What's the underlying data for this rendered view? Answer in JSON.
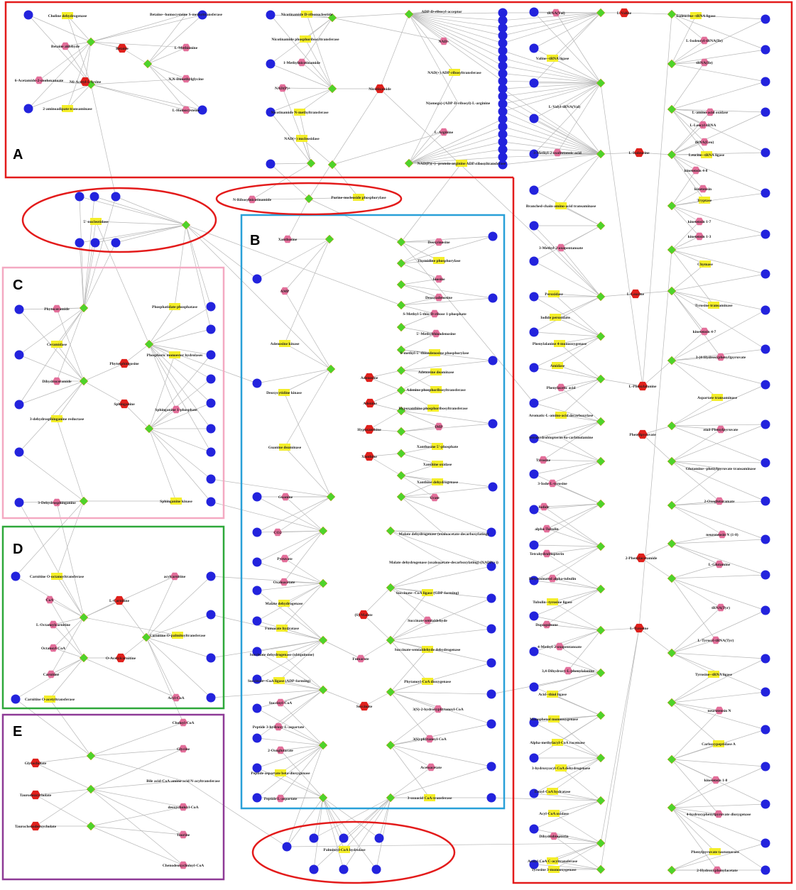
{
  "panels": {
    "A": "A",
    "B": "B",
    "C": "C",
    "D": "D",
    "E": "E"
  },
  "colors": {
    "gene": "#2323dd",
    "metabolite": "#e36f9a",
    "hub_metabolite": "#e0201c",
    "enzyme": "#f4ee2a",
    "reaction": "#4fd32a",
    "edge": "#b8b8b8",
    "box_A": "#e31b1b",
    "box_B": "#29a0d8",
    "box_C": "#f4a9c2",
    "box_D": "#2ea83a",
    "box_E": "#8e3a96",
    "ellipse": "#e31b1b"
  },
  "labels": {
    "a1": "Choline dehydrogenase",
    "a2": "Betaine--homocysteine S-methyltransferase",
    "a3": "Betaine aldehyde",
    "a4": "Betaine",
    "a5": "L-Methionine",
    "a6": "6-Acetamido-2-oxohexanoate",
    "a7": "N6-Acetyl-L-lysine",
    "a8": "N,N-Dimethylglycine",
    "a9": "2-aminoadipate transaminase",
    "a10": "L-Homocysteine",
    "a11": "Nicotinamide D-ribonucleotide",
    "a12": "Nicotinamide phosphoribosyltransferase",
    "a13": "1-Methylnicotinamide",
    "a14": "NAD(P)+",
    "a15": "Nicotinamide N-methyltransferase",
    "a16": "NAD(+) nucleosidase",
    "a17": "ADP-D-ribosyl-acceptor",
    "a18": "NAD+",
    "a19": "NAD(+) ADP-ribosyltransferase",
    "a20": "Nicotinamide",
    "a21": "N(omega)-(ADP-D-ribosyl)-L-arginine",
    "a22": "L-Arginine",
    "a23": "NAD(P)(+)--protein-arginine ADP-ribosyltransferase",
    "a24": "tRNA(Val)",
    "a25": "Valine--tRNA ligase",
    "a26": "L-Valyl-tRNA(Val)",
    "a27": "L-Valine",
    "a28": "Isoleucine--tRNA ligase",
    "a29": "L-Isoleucyl-tRNA(Ile)",
    "a30": "tRNA(Ile)",
    "a31": "3-Methyl-2-oxobutanoic acid",
    "a32": "L-Isoleucine",
    "a33": "L-amino-acid oxidase",
    "a34": "L-Leucyl-tRNA",
    "a35": "tRNA(Leu)",
    "a36": "Leucine--tRNA ligase",
    "a37": "kinetensin 4-8",
    "a38": "kinetensin",
    "a39": "Tryptase",
    "a40": "kinetensin 1-7",
    "a41": "kinetensin 1-3",
    "a42": "Branched-chain-amino-acid transaminase",
    "a43": "3-Methyl-2-oxopentanoate",
    "a44": "Chymase",
    "a45": "Peroxidase",
    "a46": "Iodide peroxidase",
    "a47": "L-Leucine",
    "a48": "Tyrosine transaminase",
    "a49": "Phenylalanine 4-monooxygenase",
    "a50": "kinetensin 4-7",
    "a51": "Amidase",
    "a52": "3-(4-Hydroxyphenyl)pyruvate",
    "a53": "Phenylacetic acid",
    "a54": "L-Phenylalanine",
    "a55": "Aspartate transaminase",
    "a56": "Aromatic-L-amino-acid decarboxylase",
    "a57": "Phenylpyruvate",
    "a58": "enol-Phenylpyruvate",
    "a59": "tetrahydrobiopterin-4a-carbinolamine",
    "a60": "Glutamine--phenylpyruvate transaminase",
    "a61": "Tyrosine",
    "a62": "3-Iodo-L-tyrosine",
    "a63": "2-Oxoglutaramate",
    "a64": "Iodide",
    "a65": "alpha-Tubulin",
    "a66": "neurotensin N (1-8)",
    "a67": "Tetrahydrobiopterin",
    "a68": "2-Phenylacetamide",
    "a69": "L-Glutamine",
    "a70": "Detyrosinated alpha-tubulin",
    "a71": "Tubulin--tyrosine ligase",
    "a72": "tRNA(Tyr)",
    "a73": "Dopaquinone",
    "a74": "L-Tyrosine",
    "a75": "L-Tyrosyl-tRNA(Tyr)",
    "a76": "4-Methyl-2-oxopentanoate",
    "a77": "Tyrosine--tRNA ligase",
    "a78": "3,4-Dihydroxy-L-phenylalanine",
    "a79": "Acid--thiol ligase",
    "a80": "neurotensin N",
    "a81": "Monophenol monooxygenase",
    "a82": "Alpha-methylacyl-CoA racemase",
    "a83": "Carboxypeptidase A",
    "a84": "3-hydroxyacyl-CoA dehydrogenase",
    "a85": "kinetensin 1-8",
    "a86": "Enoyl-CoA hydratase",
    "a87": "Acyl-CoA oxidase",
    "a88": "4-hydroxyphenylpyruvate dioxygenase",
    "a89": "Dihydrobiopterin",
    "a90": "Phenylpyruvate tautomerase",
    "a91": "Acetyl-CoA C-acyltransferase",
    "a92": "Tyrosine 3-monooxygenase",
    "a93": "2-Hydroxyphenylacetate",
    "r1": "N-Ribosylnicotinamide",
    "r2": "Purine-nucleoside phosphorylase",
    "r3": "5'-nucleotidase",
    "b1": "Xanthosine",
    "b2": "Deoxyinosine",
    "b3": "Thymidine phosphorylase",
    "b4": "AMP",
    "b5": "Inosine",
    "b6": "Deoxyadenosine",
    "b7": "S-Methyl-5-thio-D-ribose 1-phosphate",
    "b8": "5'-Methylthioadenosine",
    "b9": "Adenosine kinase",
    "b10": "S-methyl-5'-thioadenosine phosphorylase",
    "b11": "Adenosine deaminase",
    "b12": "Adenine phosphoribosyltransferase",
    "b13": "Adenosine",
    "b14": "Deoxycytidine kinase",
    "b15": "Adenine",
    "b16": "Hypoxanthine phosphoribosyltransferase",
    "b17": "IMP",
    "b18": "Hypoxanthine",
    "b19": "Xanthosine 5'-phosphate",
    "b20": "Guanine deaminase",
    "b21": "Xanthine oxidase",
    "b22": "Xanthine",
    "b23": "Xanthine dehydrogenase",
    "b24": "Guanine",
    "b25": "Urate",
    "b26": "CO2",
    "b27": "Malate dehydrogenase (oxaloacetate-decarboxylating)",
    "b28": "Pyruvate",
    "b29": "Malate dehydrogenase (oxaloacetate-decarboxylating) (NADP(+))",
    "b30": "Oxaloacetate",
    "b31": "Succinate--CoA ligase (GDP-forming)",
    "b32": "Malate dehydrogenase",
    "b33": "(S)-Malate",
    "b34": "Succinate semialdehyde",
    "b35": "Fumarate hydratase",
    "b36": "Succinate dehydrogenase (ubiquinone)",
    "b37": "Succinate-semialdehyde dehydrogenase",
    "b38": "Fumarate",
    "b39": "Succinate--CoA ligase (ADP-forming)",
    "b40": "Phytanoyl-CoA dioxygenase",
    "b41": "Succinyl-CoA",
    "b42": "Succinate",
    "b43": "3(S)-2-hydroxyphytanoyl-CoA",
    "b44": "Peptide 3-hydroxy-L-aspartate",
    "b45": "2-Oxoglutarate",
    "b46": "3(S)-phytanoyl-CoA",
    "b47": "Peptide-aspartate beta-dioxygenase",
    "b48": "Acetoacetate",
    "b49": "Peptide L-aspartate",
    "b50": "3-oxoacid CoA-transferase",
    "c1": "Phytoceramide",
    "c2": "Phosphatidate phosphatase",
    "c3": "Ceramidase",
    "c4": "Phytosphingosine",
    "c5": "Phosphoric monoester hydrolases",
    "c6": "Dihydroceramide",
    "c7": "Sphinganine",
    "c8": "Sphinganine 1-phosphate",
    "c9": "3-dehydrosphinganine reductase",
    "c10": "3-Dehydrosphinganine",
    "c11": "Sphinganine kinase",
    "d1": "Carnitine O-octanoyltransferase",
    "d2": "acylcarnitine",
    "d3": "CoA",
    "d4": "L-Octanoylcarnitine",
    "d5": "L-Carnitine",
    "d6": "Carnitine O-palmitoyltransferase",
    "d7": "Octanoyl-CoA",
    "d8": "O-Acetylcarnitine",
    "d9": "Carnitine",
    "d10": "Carnitine O-acetyltransferase",
    "d11": "Acyl-CoA",
    "e1": "Choloyl-CoA",
    "e2": "Glycocholate",
    "e3": "Glycine",
    "e4": "Bile acid-CoA:amino acid N-acyltransferase",
    "e5": "Taurodeoxycholate",
    "e6": "deoxycholoyl-CoA",
    "e7": "Taurine",
    "e8": "Taurochenodeoxycholate",
    "e9": "Chenodeoxycholoyl-CoA",
    "f1": "Palmitoyl-CoA hydrolase"
  }
}
